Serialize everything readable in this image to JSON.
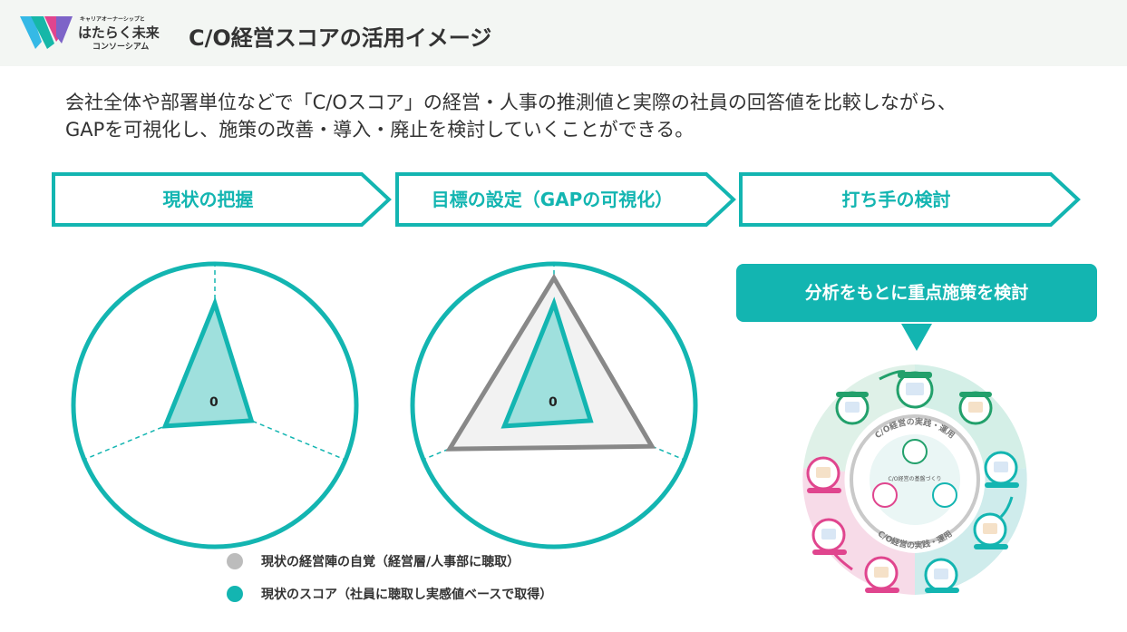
{
  "header": {
    "logo_tagline": "キャリアオーナーシップと",
    "logo_main": "はたらく未来",
    "logo_sub": "コンソーシアム",
    "title": "C/O経営スコアの活用イメージ"
  },
  "intro": {
    "line1": "会社全体や部署単位などで「C/Oスコア」の経営・人事の推測値と実際の社員の回答値を比較しながら、",
    "line2": "GAPを可視化し、施策の改善・導入・廃止を検討していくことができる。"
  },
  "steps": [
    {
      "label": "現状の把握"
    },
    {
      "label": "目標の設定（GAPの可視化）"
    },
    {
      "label": "打ち手の検討"
    }
  ],
  "radars": [
    {
      "center_label": "0",
      "current_score": [
        0.72,
        0.28,
        0.38
      ]
    },
    {
      "center_label": "0",
      "management_self_assessment": [
        0.9,
        0.75,
        0.8
      ],
      "current_score": [
        0.72,
        0.28,
        0.38
      ]
    }
  ],
  "legend": [
    {
      "label": "現状の経営陣の自覚（経営層/人事部に聴取）",
      "color": "#bcbcbc"
    },
    {
      "label": "現状のスコア（社員に聴取し実感値ベースで取得）",
      "color": "#13b5b1"
    }
  ],
  "callout": {
    "label": "分析をもとに重点施策を検討"
  },
  "cycle": {
    "ring_label_top": "C/O経営の実践・運用",
    "ring_label_bottom": "C/O経営の実践・運用",
    "center_label": "C/O経営の基盤づくり"
  },
  "colors": {
    "accent": "#13b5b1",
    "fill_current": "#9fe0dd",
    "management_line": "#888888",
    "management_fill": "#f2f2f2",
    "pink": "#e0458e"
  }
}
